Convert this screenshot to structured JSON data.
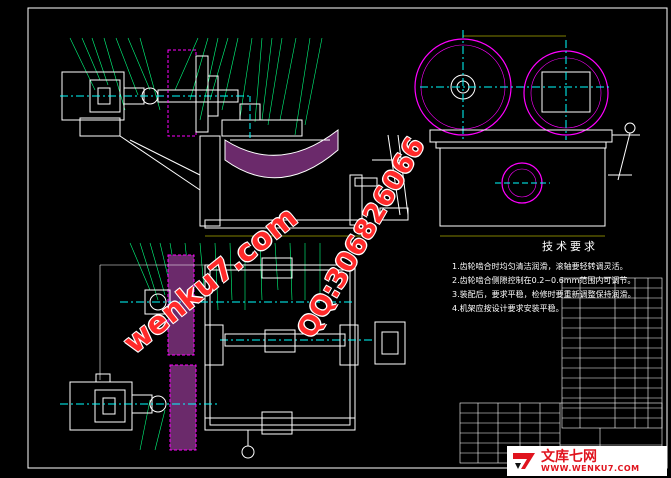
{
  "technical_requirements": {
    "title": "技术要求",
    "items": [
      "1.齿轮啮合时均匀清洁润滑，滚轴要轻转调灵活。",
      "2.齿轮啮合侧隙控制在0.2~0.6mm范围内可调节。",
      "3.装配后，要求平稳，检修时要重新调整保持润滑。",
      "4.机架应按设计要求安装平稳。"
    ]
  },
  "watermarks": {
    "primary": "wenku7.com",
    "secondary": "QQ:306826066"
  },
  "logo": {
    "text": "文库七网",
    "url": "WWW.WENKU7.COM"
  },
  "colors": {
    "background": "#000000",
    "outline": "#ffffff",
    "centerline": "#00ffff",
    "leader": "#00ff7f",
    "magenta": "#ff00ff",
    "section_fill": "#6b2a6b",
    "dim_yellow": "#ffff00",
    "watermark": "#ff2a2a"
  }
}
